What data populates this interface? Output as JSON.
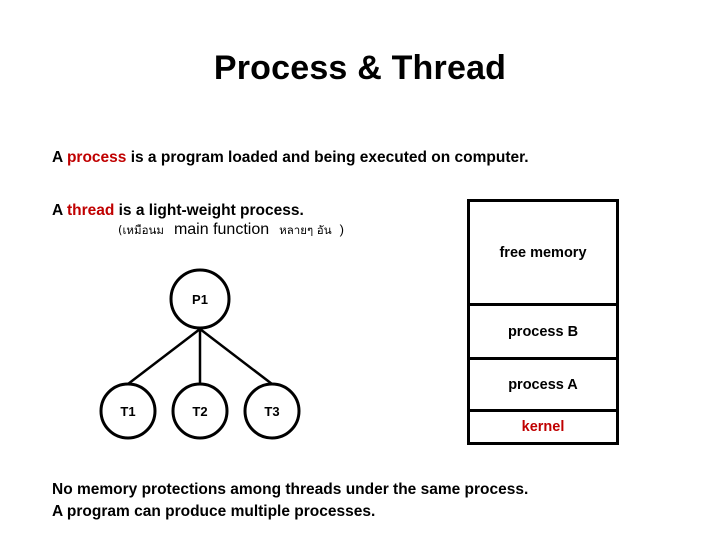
{
  "slide": {
    "title": "Process & Thread",
    "background_color": "#ffffff",
    "accent_color": "#C00000"
  },
  "body": {
    "process_line": {
      "prefix": "A ",
      "keyword": "process",
      "suffix": " is a program loaded and being executed on computer."
    },
    "thread_line": {
      "prefix": "A ",
      "keyword": "thread",
      "suffix": " is a light-weight process."
    },
    "thai_note": {
      "open_paren": "(",
      "thai_before": "เหมือนม",
      "english": "main function",
      "thai_after": "หลายๆ อัน",
      "close_paren": ")"
    }
  },
  "tree": {
    "root": {
      "label": "P1"
    },
    "children": [
      {
        "label": "T1"
      },
      {
        "label": "T2"
      },
      {
        "label": "T3"
      }
    ]
  },
  "memory": {
    "cells": [
      {
        "label": "free memory",
        "color": "#000000"
      },
      {
        "label": "process B",
        "color": "#000000"
      },
      {
        "label": "process A",
        "color": "#000000"
      },
      {
        "label": "kernel",
        "color": "#C00000"
      }
    ]
  },
  "footer": {
    "line1": "No memory protections among threads under the same process.",
    "line2": "A program can produce multiple processes."
  }
}
